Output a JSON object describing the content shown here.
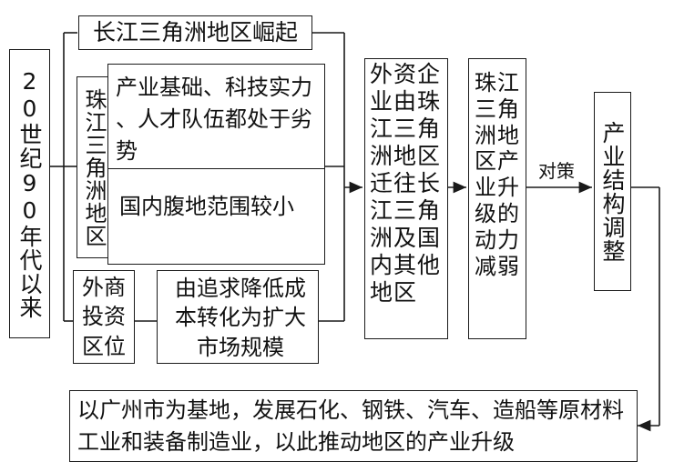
{
  "boxes": {
    "left_period": "20世纪90年代以来",
    "yangtze_rise": "长江三角洲地区崛起",
    "prd_label": "珠江三角洲地区",
    "prd_weakness_1": "产业基础、科技实力 、人才队伍都处于劣势",
    "prd_weakness_2": "国内腹地范围较小",
    "fdi_label": "外商投资区位",
    "fdi_goal": "由追求降低成本转化为扩大市场规模",
    "relocation": "外资企业由珠江三角洲地区迁往长江三角洲及国内其他地区",
    "weakened_drive": "珠江三角洲地区产业升级的动力减弱",
    "strategy_label": "对策",
    "adjustment": "产业结构调整",
    "conclusion": "以广州市为基地，发展石化、钢铁、汽车、造船等原材料工业和装备制造业，以此推动地区的产业升级"
  }
}
